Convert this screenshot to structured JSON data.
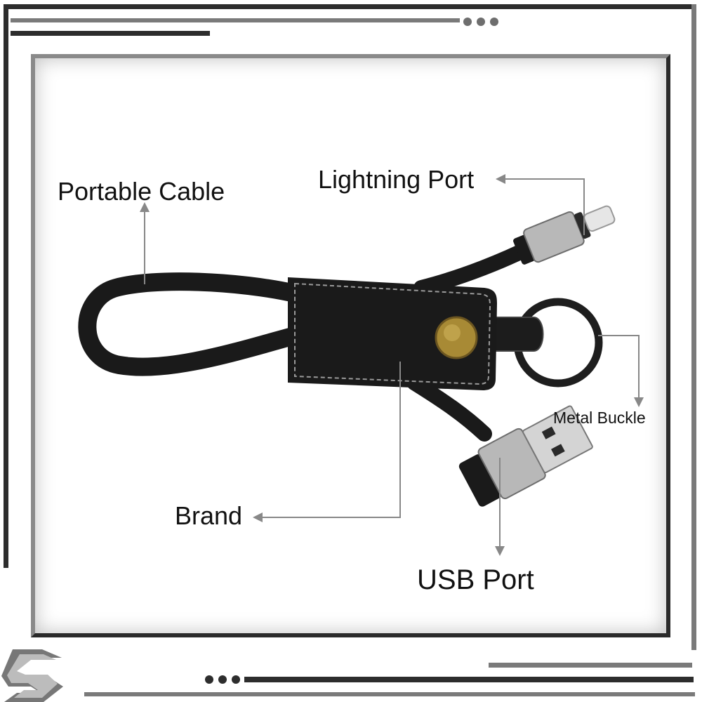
{
  "labels": {
    "portable_cable": "Portable Cable",
    "lightning_port": "Lightning Port",
    "metal_buckle": "Metal Buckle",
    "brand": "Brand",
    "usb_port": "USB Port"
  },
  "colors": {
    "frame_dark": "#2d2d2d",
    "frame_gray": "#7a7a7a",
    "leather": "#1a1a1a",
    "stitch": "#9a9a9a",
    "snap_button": "#a88a35",
    "connector_metal": "#b8b8b8",
    "arrow": "#888888"
  },
  "icons": {
    "brand_logo": "stylized-s-logo-icon"
  }
}
